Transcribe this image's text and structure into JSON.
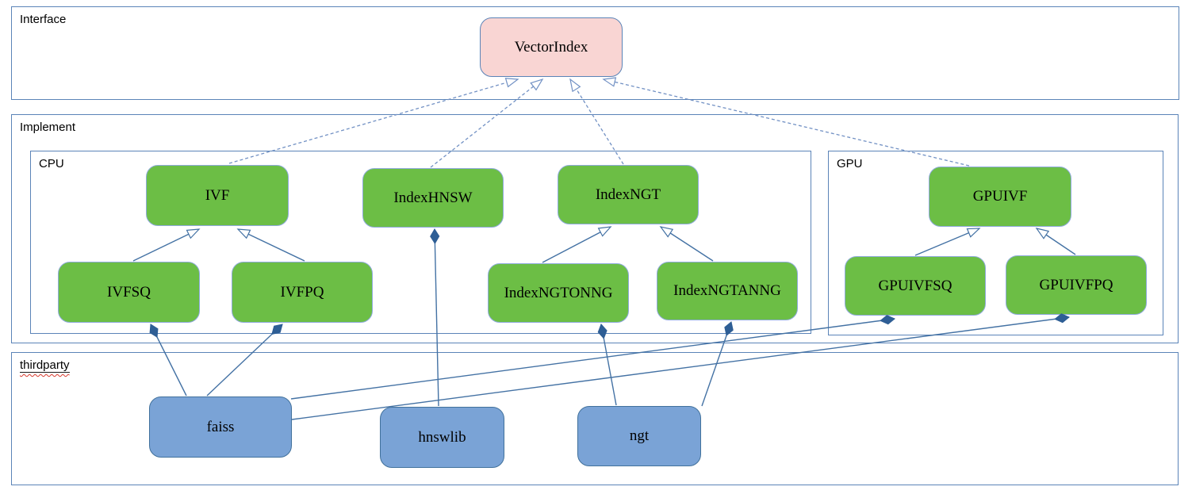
{
  "diagram": {
    "type": "uml-architecture-diagram",
    "containers": {
      "interface": {
        "label": "Interface"
      },
      "implement": {
        "label": "Implement"
      },
      "cpu": {
        "label": "CPU"
      },
      "gpu": {
        "label": "GPU"
      },
      "thirdparty": {
        "label": "thirdparty",
        "spellcheck_wavy_underline": true
      }
    },
    "nodes": {
      "vectorindex": {
        "label": "VectorIndex",
        "group": "interface"
      },
      "ivf": {
        "label": "IVF",
        "group": "cpu"
      },
      "indexhnsw": {
        "label": "IndexHNSW",
        "group": "cpu"
      },
      "indexngt": {
        "label": "IndexNGT",
        "group": "cpu"
      },
      "ivfsq": {
        "label": "IVFSQ",
        "group": "cpu"
      },
      "ivfpq": {
        "label": "IVFPQ",
        "group": "cpu"
      },
      "indexngtonng": {
        "label": "IndexNGTONNG",
        "group": "cpu"
      },
      "indexngtanng": {
        "label": "IndexNGTANNG",
        "group": "cpu"
      },
      "gpuivf": {
        "label": "GPUIVF",
        "group": "gpu"
      },
      "gpuivfsq": {
        "label": "GPUIVFSQ",
        "group": "gpu"
      },
      "gpuivfpq": {
        "label": "GPUIVFPQ",
        "group": "gpu"
      },
      "faiss": {
        "label": "faiss",
        "group": "thirdparty"
      },
      "hnswlib": {
        "label": "hnswlib",
        "group": "thirdparty"
      },
      "ngt": {
        "label": "ngt",
        "group": "thirdparty"
      }
    },
    "edges": {
      "realization_dashed_hollow_arrow": [
        {
          "from": "IVF",
          "to": "VectorIndex"
        },
        {
          "from": "IndexHNSW",
          "to": "VectorIndex"
        },
        {
          "from": "IndexNGT",
          "to": "VectorIndex"
        },
        {
          "from": "GPUIVF",
          "to": "VectorIndex"
        }
      ],
      "generalization_hollow_arrow": [
        {
          "from": "IVFSQ",
          "to": "IVF"
        },
        {
          "from": "IVFPQ",
          "to": "IVF"
        },
        {
          "from": "IndexNGTONNG",
          "to": "IndexNGT"
        },
        {
          "from": "IndexNGTANNG",
          "to": "IndexNGT"
        },
        {
          "from": "GPUIVFSQ",
          "to": "GPUIVF"
        },
        {
          "from": "GPUIVFPQ",
          "to": "GPUIVF"
        }
      ],
      "composition_filled_diamond": [
        {
          "from": "faiss",
          "to": "IVFSQ"
        },
        {
          "from": "faiss",
          "to": "IVFPQ"
        },
        {
          "from": "faiss",
          "to": "GPUIVFSQ"
        },
        {
          "from": "faiss",
          "to": "GPUIVFPQ"
        },
        {
          "from": "hnswlib",
          "to": "IndexHNSW"
        },
        {
          "from": "ngt",
          "to": "IndexNGTONNG"
        },
        {
          "from": "ngt",
          "to": "IndexNGTANNG"
        }
      ]
    },
    "colors": {
      "interface_node_fill": "#f9d5d3",
      "implement_node_fill": "#6cbe45",
      "implement_node_border": "#8faadc",
      "thirdparty_node_fill": "#7aa3d6",
      "thirdparty_node_border": "#41719c",
      "container_border": "#5b84b8",
      "solid_edge": "#4472a4",
      "dashed_edge": "#7291c4",
      "diamond_fill": "#2e5e95",
      "label_text": "#000000",
      "spellcheck_red": "#d83a2e",
      "background": "#ffffff"
    }
  }
}
